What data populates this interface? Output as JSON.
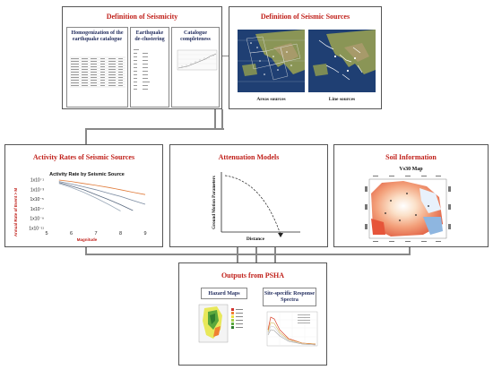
{
  "seismicity": {
    "title": "Definition of Seismicity",
    "homogenization": "Homogenization of the earthquake catalogue",
    "declustering": "Earthquake de-clustering",
    "completeness": "Catalogue completeness"
  },
  "sources": {
    "title": "Definition of Seismic Sources",
    "area_caption": "Areas sources",
    "line_caption": "Line sources"
  },
  "activity": {
    "title": "Activity Rates of Seismic Sources",
    "chart_title": "Activity Rate by Seismic Source",
    "ylabel": "Annual Rate of Event > M",
    "xlabel": "Magnitude",
    "yticks": [
      "1x10⁻¹",
      "1x10⁻³",
      "1x10⁻⁵",
      "1x10⁻⁷",
      "1x10⁻⁹",
      "1x10⁻¹¹"
    ],
    "xticks": [
      "5",
      "6",
      "7",
      "8",
      "9"
    ]
  },
  "attenuation": {
    "title": "Attenuation Models",
    "ylabel": "Ground Motion Parameters",
    "xlabel": "Distance"
  },
  "soil": {
    "title": "Soil Information",
    "map_title": "Vs30 Map"
  },
  "outputs": {
    "title": "Outputs from PSHA",
    "hazard": "Hazard Maps",
    "spectra": "Site-specific Response Spectra"
  },
  "chart_data": {
    "type": "line",
    "title": "Activity Rate by Seismic Source",
    "xlabel": "Magnitude",
    "ylabel": "Annual Rate of Event > M",
    "xlim": [
      5,
      9
    ],
    "yscale": "log",
    "series": [
      {
        "color": "#e07b3a",
        "x": [
          5.5,
          6,
          6.5,
          7,
          7.5,
          8,
          8.5,
          9
        ],
        "y": [
          0.1,
          0.05,
          0.02,
          0.008,
          0.003,
          0.001,
          0.0003,
          0.0001
        ]
      },
      {
        "color": "#7a8aa0",
        "x": [
          5.5,
          6,
          6.5,
          7,
          7.5,
          8,
          8.5,
          9
        ],
        "y": [
          0.05,
          0.015,
          0.004,
          0.001,
          0.0002,
          4e-05,
          6e-06,
          1e-06
        ]
      },
      {
        "color": "#5a6a80",
        "x": [
          5.5,
          6,
          6.5,
          7,
          7.5,
          8,
          8.5
        ],
        "y": [
          0.03,
          0.006,
          0.001,
          0.0001,
          1e-05,
          8e-07,
          5e-08
        ]
      },
      {
        "color": "#9aa8b8",
        "x": [
          5.5,
          6,
          6.5,
          7,
          7.5,
          8
        ],
        "y": [
          0.02,
          0.003,
          0.0003,
          2e-05,
          1e-06,
          4e-08
        ]
      }
    ]
  }
}
